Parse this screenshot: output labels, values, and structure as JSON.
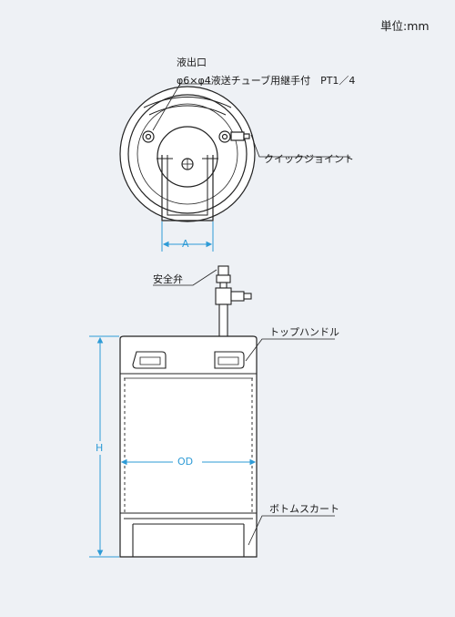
{
  "unit_label": "単位:mm",
  "labels": {
    "outlet": "液出口",
    "outlet_fitting": "φ6×φ4液送チューブ用継手付　PT1／4",
    "quick_joint": "クイックジョイント",
    "safety_valve": "安全弁",
    "top_handle": "トップハンドル",
    "bottom_skirt": "ボトムスカート"
  },
  "dims": {
    "a": "A",
    "h": "H",
    "od": "OD"
  },
  "colors": {
    "dimension_line": "#2e9bd6",
    "outline": "#222222",
    "background": "#eef1f5"
  }
}
